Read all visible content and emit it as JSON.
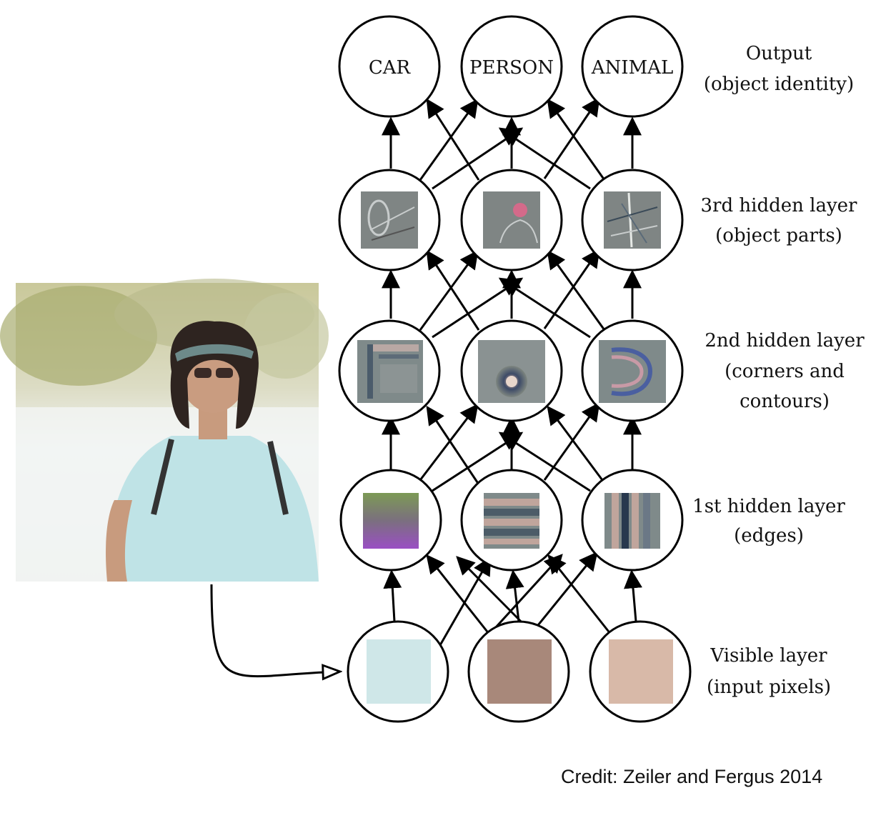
{
  "output_labels": [
    "CAR",
    "PERSON",
    "ANIMAL"
  ],
  "layers": [
    {
      "title": "Output",
      "subtitle": "(object identity)"
    },
    {
      "title": "3rd hidden layer",
      "subtitle": "(object parts)"
    },
    {
      "title": "2nd hidden layer",
      "subtitle": "(corners and",
      "subtitle2": "contours)"
    },
    {
      "title": "1st hidden layer",
      "subtitle": "(edges)"
    },
    {
      "title": "Visible layer",
      "subtitle": "(input pixels)"
    }
  ],
  "visible_pixel_colors": [
    "#cfe7e8",
    "#a8887a",
    "#d8b9a8"
  ],
  "credit": "Credit: Zeiler and Fergus 2014"
}
